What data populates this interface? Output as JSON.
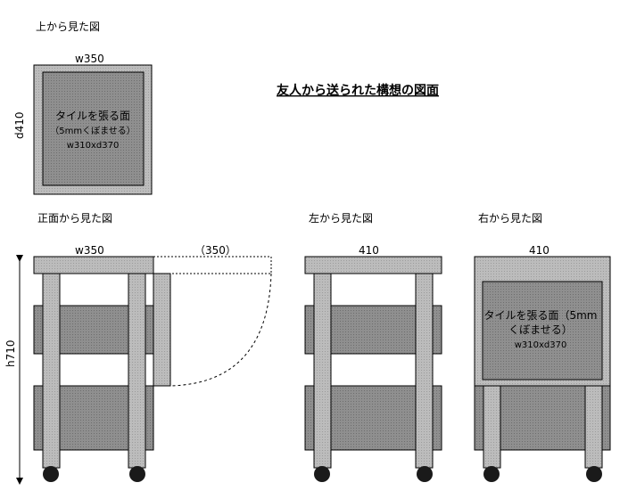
{
  "title": "友人から送られた構想の図面",
  "top_view": {
    "heading": "上から見た図",
    "width_label": "w350",
    "depth_label": "d410",
    "tile_line1": "タイルを張る面",
    "tile_line2": "（5mmくぼませる）",
    "tile_line3": "w310xd370"
  },
  "front_view": {
    "heading": "正面から見た図",
    "width_label": "w350",
    "extension_label": "（350）",
    "height_label": "h710"
  },
  "left_view": {
    "heading": "左から見た図",
    "width_label": "410"
  },
  "right_view": {
    "heading": "右から見た図",
    "width_label": "410",
    "tile_line1": "タイルを張る面（5mm",
    "tile_line2": "くぼませる）",
    "tile_line3": "w310xd370"
  },
  "colors": {
    "frame": "#bdbdbd",
    "shelf": "#8a8a8a",
    "tile": "#a3a3a3",
    "wheel": "#1a1a1a",
    "line": "#000000"
  }
}
